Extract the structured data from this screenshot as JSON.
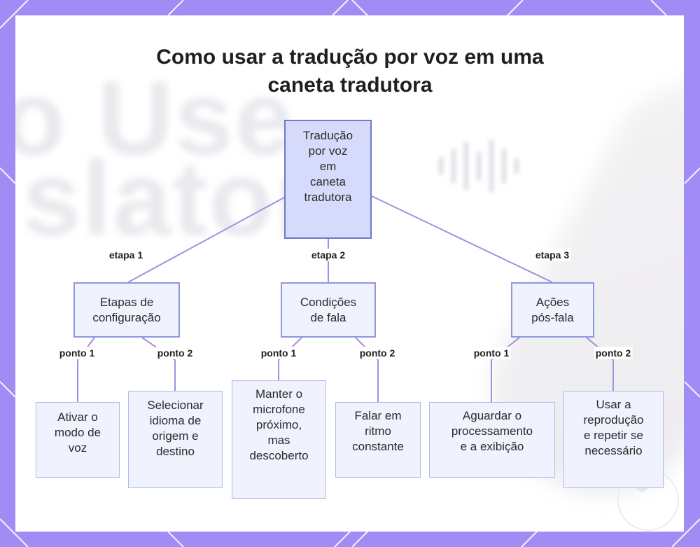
{
  "title_lines": [
    "Como usar a tradução por voz em uma",
    "caneta tradutora"
  ],
  "watermark_lines": [
    "o Use",
    "slator"
  ],
  "nodes": {
    "root": [
      "Tradução",
      "por voz",
      "em",
      "caneta",
      "tradutora"
    ],
    "setup": [
      "Etapas de",
      "configuração"
    ],
    "speech": [
      "Condições",
      "de fala"
    ],
    "after": [
      "Ações",
      "pós-fala"
    ],
    "voice_mode": [
      "Ativar o",
      "modo de",
      "voz"
    ],
    "languages": [
      "Selecionar",
      "idioma de",
      "origem e",
      "destino"
    ],
    "microphone": [
      "Manter o",
      "microfone",
      "próximo,",
      "mas",
      "descoberto"
    ],
    "rhythm": [
      "Falar em",
      "ritmo",
      "constante"
    ],
    "processing": [
      "Aguardar o",
      "processamento",
      "e a exibição"
    ],
    "playback": [
      "Usar a",
      "reprodução",
      "e repetir se",
      "necessário"
    ]
  },
  "edge_labels": {
    "step1": "etapa 1",
    "step2": "etapa 2",
    "step3": "etapa 3",
    "p1a": "ponto 1",
    "p2a": "ponto 2",
    "p1b": "ponto 1",
    "p2b": "ponto 2",
    "p1c": "ponto 1",
    "p2c": "ponto 2"
  },
  "colors": {
    "frame": "#a18cf5",
    "edge": "#a48fe0",
    "root_fill": "#d7dbfb",
    "node_fill": "#f0f2fd"
  }
}
